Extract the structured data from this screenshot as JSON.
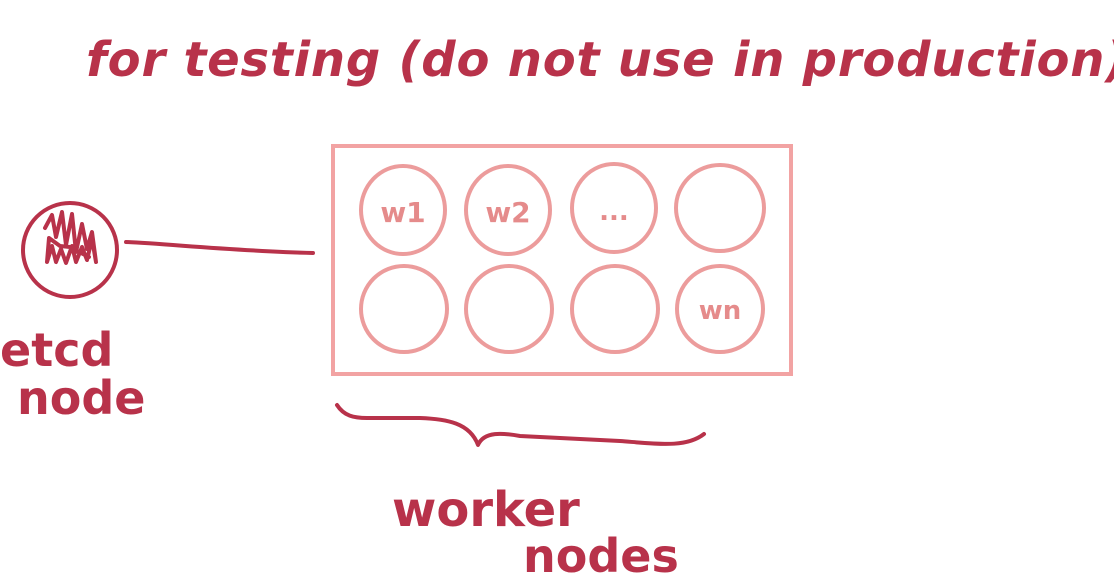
{
  "title": "for testing (do not use in production)",
  "etcd": {
    "line1": "etcd",
    "line2": "node"
  },
  "cluster": {
    "label_line1": "worker",
    "label_line2": "nodes",
    "workers": [
      {
        "label": "w1"
      },
      {
        "label": "w2"
      },
      {
        "label": "..."
      },
      {
        "label": ""
      },
      {
        "label": ""
      },
      {
        "label": ""
      },
      {
        "label": ""
      },
      {
        "label": "wn"
      }
    ]
  },
  "colors": {
    "ink": "#b8324a",
    "box": "#f2a3a3",
    "worker_ring": "#ec9c9c",
    "worker_text": "#e58b8b"
  }
}
